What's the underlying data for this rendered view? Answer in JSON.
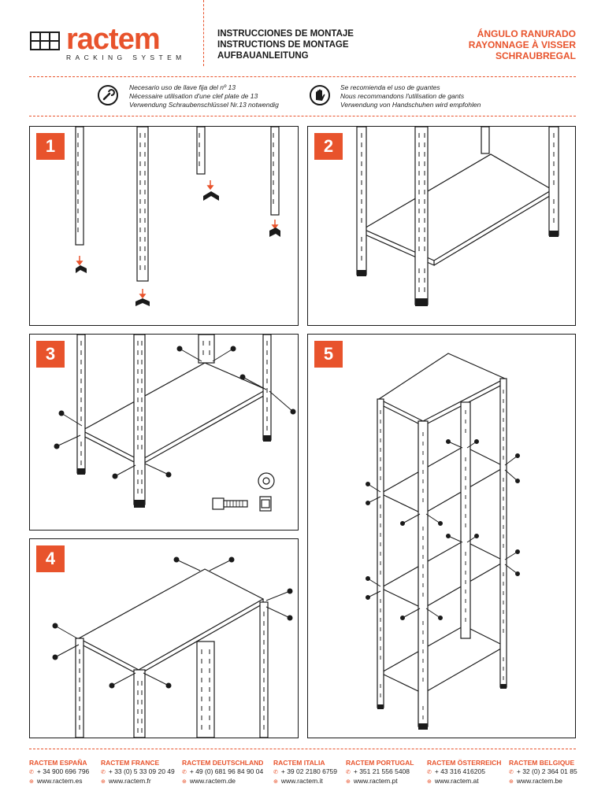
{
  "header": {
    "brand_name": "ractem",
    "brand_tagline": "RACKING SYSTEM",
    "instructions": [
      "INSTRUCCIONES DE MONTAJE",
      "INSTRUCTIONS DE MONTAGE",
      "AUFBAUANLEITUNG"
    ],
    "product": [
      "ÁNGULO RANURADO",
      "RAYONNAGE À VISSER",
      "SCHRAUBREGAL"
    ]
  },
  "notes": {
    "wrench": {
      "icon": "wrench-icon",
      "lines": [
        "Necesario uso de llave fija del nº 13",
        "Nécessaire utilisation d'une clef plate de 13",
        "Verwendung Schraubenschlüssel Nr.13 notwendig"
      ]
    },
    "gloves": {
      "icon": "gloves-icon",
      "lines": [
        "Se recomienda el uso de guantes",
        "Nous recommandons l'utilisation de gants",
        "Verwendung von Handschuhen wird empfohlen"
      ]
    }
  },
  "steps": [
    {
      "number": "1"
    },
    {
      "number": "2"
    },
    {
      "number": "3"
    },
    {
      "number": "4"
    },
    {
      "number": "5"
    }
  ],
  "colors": {
    "accent": "#e8532c",
    "ink": "#1a1a1a"
  },
  "footer": [
    {
      "name": "RACTEM ESPAÑA",
      "phone": "+ 34 900 696 796",
      "web": "www.ractem.es"
    },
    {
      "name": "RACTEM FRANCE",
      "phone": "+ 33 (0) 5 33 09 20 49",
      "web": "www.ractem.fr"
    },
    {
      "name": "RACTEM DEUTSCHLAND",
      "phone": "+ 49 (0) 681 96 84 90 04",
      "web": "www.ractem.de"
    },
    {
      "name": "RACTEM ITALIA",
      "phone": "+ 39 02 2180 6759",
      "web": "www.ractem.it"
    },
    {
      "name": "RACTEM PORTUGAL",
      "phone": "+ 351 21 556 5408",
      "web": "www.ractem.pt"
    },
    {
      "name": "RACTEM ÖSTERREICH",
      "phone": "+ 43 316 416205",
      "web": "www.ractem.at"
    },
    {
      "name": "RACTEM BELGIQUE",
      "phone": "+ 32 (0) 2 364 01 85",
      "web": "www.ractem.be"
    }
  ]
}
